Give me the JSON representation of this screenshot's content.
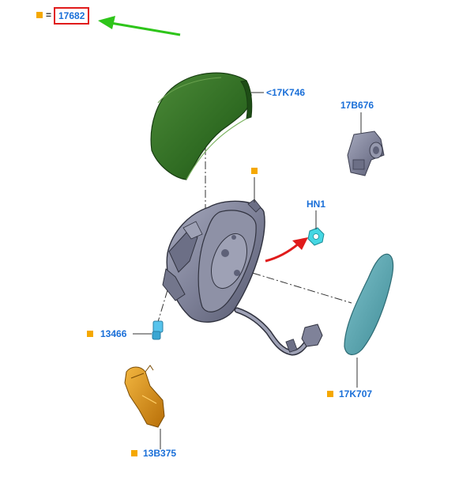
{
  "legend": {
    "part_number": "17682",
    "equals": "="
  },
  "callouts": {
    "cover": "<17K746",
    "connector": "17B676",
    "nut": "HN1",
    "glass": "17K707",
    "lamp": "13466",
    "indicator": "13B375"
  },
  "colors": {
    "label": "#1a6fd8",
    "marker": "#f5a800",
    "cover_fill": "#2f6b22",
    "housing_fill": "#7f8299",
    "glass_fill": "#5aa6b0",
    "nut_fill": "#45d7e3",
    "indicator_fill": "#d78a10",
    "red_arrow": "#e01b1b",
    "green_arrow": "#2ec51a"
  }
}
